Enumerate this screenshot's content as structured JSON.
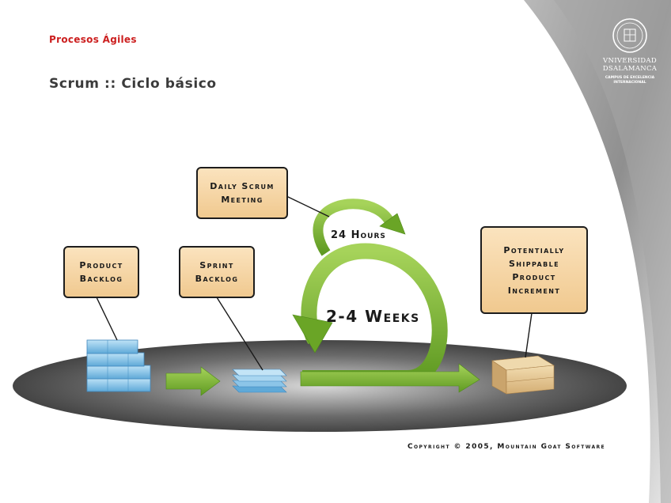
{
  "header": {
    "section": "Procesos Ágiles",
    "title": "Scrum :: Ciclo básico"
  },
  "logo": {
    "name_line1": "VNIVERSIDAD",
    "name_line2": "DSALAMANCA",
    "sub_line1": "CAMPUS DE EXCELENCIA",
    "sub_line2": "INTERNACIONAL"
  },
  "diagram": {
    "product_backlog": "Product\nBacklog",
    "sprint_backlog": "Sprint\nBacklog",
    "daily_scrum": "Daily Scrum\nMeeting",
    "increment": "Potentially\nShippable\nProduct\nIncrement",
    "daily_cycle": "24 Hours",
    "sprint_cycle": "2-4 Weeks"
  },
  "footer": {
    "copyright": "Copyright © 2005, Mountain Goat Software"
  },
  "colors": {
    "section_red": "#cc1f1f",
    "arrow_green": "#7fb530",
    "box_fill": "#f5d4a3",
    "platform_dark": "#3f3f3f",
    "corner_gray": "#9a9a9a"
  }
}
